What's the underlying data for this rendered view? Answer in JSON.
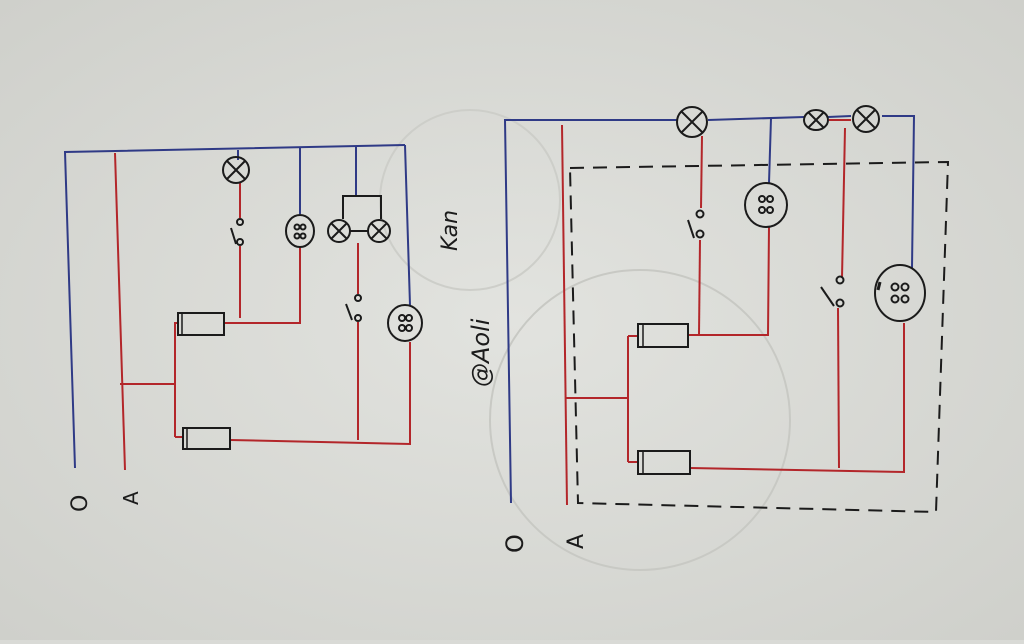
{
  "colors": {
    "paper": "#d9dad6",
    "neutral_wire": "#2f3a86",
    "phase_wire": "#b3262a",
    "ink": "#1b1b1b"
  },
  "left_diagram": {
    "labels": {
      "neutral": "O",
      "phase": "A"
    }
  },
  "right_diagram": {
    "labels": {
      "neutral": "O",
      "phase": "A"
    }
  },
  "handwriting": {
    "note_1": "@Aoli",
    "note_2": "Kan"
  }
}
